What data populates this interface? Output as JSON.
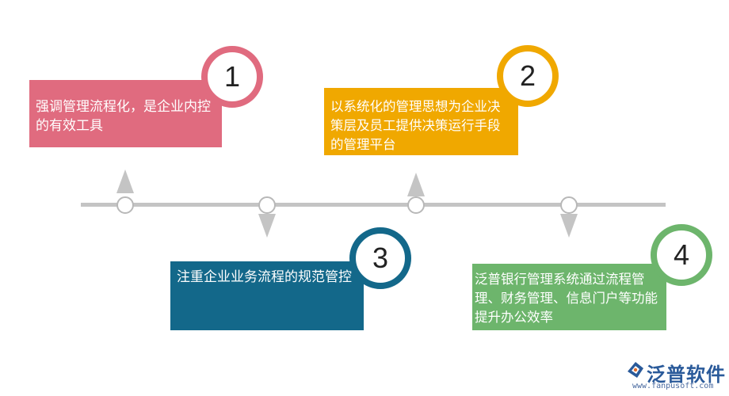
{
  "steps": [
    {
      "number": "1",
      "text": "强调管理流程化，是企业内控的有效工具",
      "color": "#e06b7f"
    },
    {
      "number": "2",
      "text": "以系统化的管理思想为企业决策层及员工提供决策运行手段的管理平台",
      "color": "#f0a800"
    },
    {
      "number": "3",
      "text": "注重企业业务流程的规范管控",
      "color": "#13688a"
    },
    {
      "number": "4",
      "text": "泛普银行管理系统通过流程管理、财务管理、信息门户等功能提升办公效率",
      "color": "#6db56c"
    }
  ],
  "logo": {
    "name": "泛普软件",
    "url": "www.fanpusoft.com"
  }
}
